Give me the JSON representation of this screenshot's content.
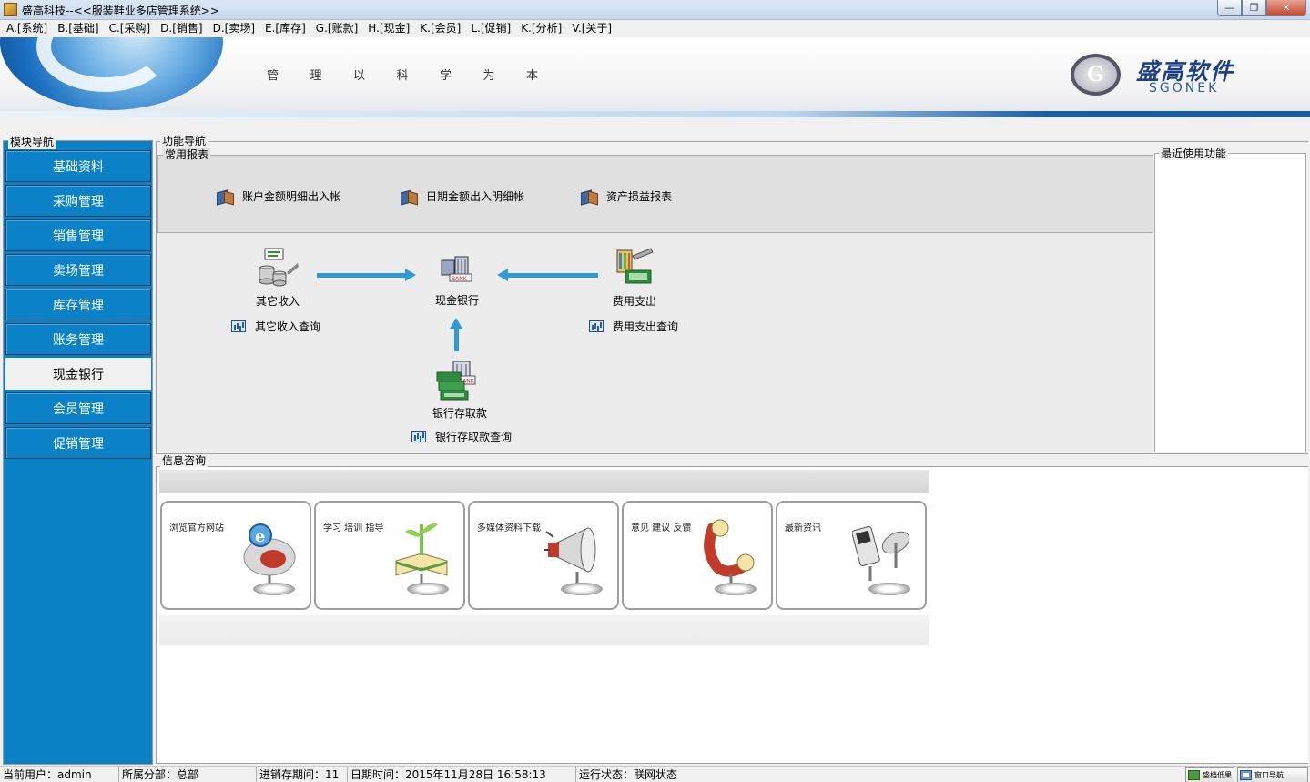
{
  "window": {
    "title": "盛高科技--<<服装鞋业多店管理系统>>",
    "controls": {
      "minimize": "—",
      "restore": "❐",
      "close": "✕"
    }
  },
  "menu": [
    "A.[系统]",
    "B.[基础]",
    "C.[采购]",
    "D.[销售]",
    "D.[卖场]",
    "E.[库存]",
    "G.[账款]",
    "H.[现金]",
    "K.[会员]",
    "L.[促销]",
    "K.[分析]",
    "V.[关于]"
  ],
  "banner": {
    "slogan": [
      "管",
      "理",
      "以",
      "科",
      "学",
      "为",
      "本"
    ],
    "logo_letter": "G",
    "logo_cn": "盛高软件",
    "logo_en": "SGONEK"
  },
  "nav": {
    "label": "模块导航",
    "items": [
      {
        "label": "基础资料",
        "active": false
      },
      {
        "label": "采购管理",
        "active": false
      },
      {
        "label": "销售管理",
        "active": false
      },
      {
        "label": "卖场管理",
        "active": false
      },
      {
        "label": "库存管理",
        "active": false
      },
      {
        "label": "账务管理",
        "active": false
      },
      {
        "label": "现金银行",
        "active": true
      },
      {
        "label": "会员管理",
        "active": false
      },
      {
        "label": "促销管理",
        "active": false
      }
    ]
  },
  "function_nav": {
    "label": "功能导航",
    "reports_label": "常用报表",
    "reports": [
      "账户金额明细出入帐",
      "日期金额出入明细帐",
      "资产损益报表"
    ],
    "recent_label": "最近使用功能",
    "flow": {
      "other_income": "其它收入",
      "other_income_query": "其它收入查询",
      "cash_bank": "现金银行",
      "expense": "费用支出",
      "expense_query": "费用支出查询",
      "bank_deposit": "银行存取款",
      "bank_deposit_query": "银行存取款查询"
    }
  },
  "info": {
    "label": "信息咨询",
    "cards": [
      "浏览官方网站",
      "学习 培训 指导",
      "多媒体资料下载",
      "意见 建议 反馈",
      "最新资讯"
    ]
  },
  "status": {
    "user": "当前用户：admin",
    "branch": "所属分部：总部",
    "period": "进销存期间：11",
    "datetime": "日期时间：2015年11月28日 16:58:13",
    "state": "运行状态：联网状态",
    "btn1": "盛档低果",
    "btn2": "窗口导航"
  },
  "colors": {
    "nav_bg": "#0b82c7",
    "arrow": "#2f9bd6",
    "logo_blue": "#1c3f8a"
  }
}
